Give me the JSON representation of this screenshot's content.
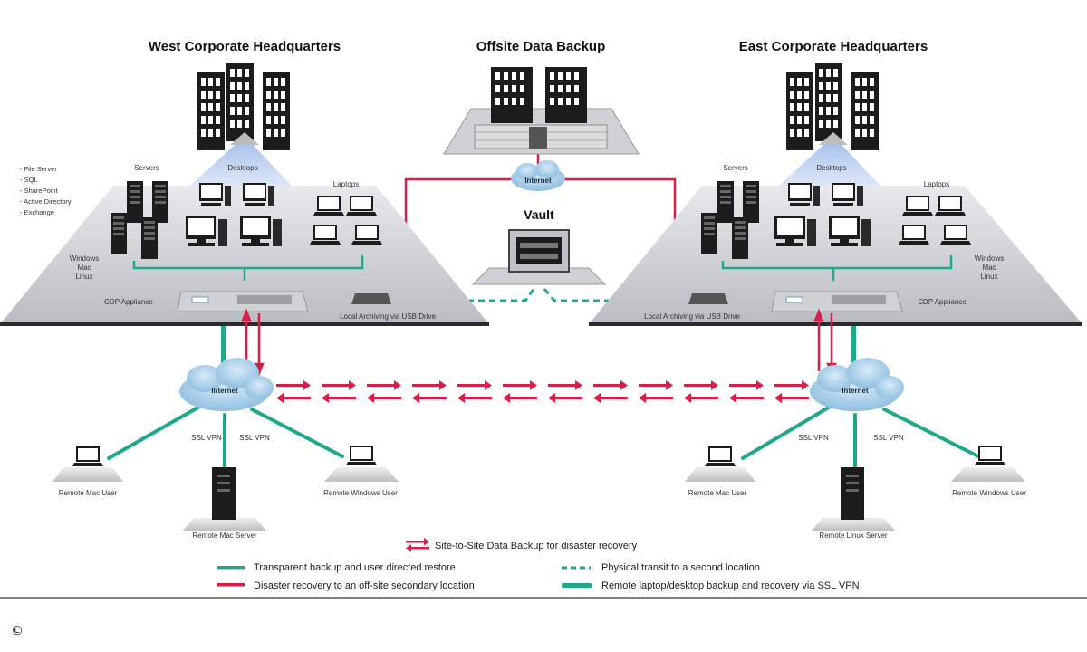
{
  "sites": {
    "west": {
      "title": "West Corporate Headquarters",
      "servers_label": "Servers",
      "desktops_label": "Desktops",
      "laptops_label": "Laptops",
      "os_label_1": "Windows",
      "os_label_2": "Mac",
      "os_label_3": "Linux",
      "cdp_label": "CDP Appliance",
      "archiving_label": "Local Archiving via USB Drive",
      "services": [
        "- File Server",
        "- SQL",
        "- SharePoint",
        "- Active Directory",
        "- Exchange"
      ]
    },
    "east": {
      "title": "East  Corporate Headquarters",
      "servers_label": "Servers",
      "desktops_label": "Desktops",
      "laptops_label": "Laptops",
      "os_label_1": "Windows",
      "os_label_2": "Mac",
      "os_label_3": "Linux",
      "cdp_label": "CDP Appliance",
      "archiving_label": "Local Archiving via USB Drive"
    },
    "offsite": {
      "title": "Offsite Data Backup",
      "internet_label": "Internet",
      "vault_label": "Vault"
    }
  },
  "remote": {
    "west": {
      "internet_label": "Internet",
      "vpn_left": "SSL VPN",
      "vpn_right": "SSL VPN",
      "mac_user": "Remote Mac User",
      "server": "Remote Mac Server",
      "windows_user": "Remote Windows User"
    },
    "east": {
      "internet_label": "Internet",
      "vpn_left": "SSL VPN",
      "vpn_right": "SSL VPN",
      "mac_user": "Remote Mac User",
      "server": "Remote Linux Server",
      "windows_user": "Remote Windows User"
    }
  },
  "legend": {
    "site_to_site": "Site-to-Site Data Backup for disaster recovery",
    "transparent": "Transparent backup and user directed restore",
    "disaster": "Disaster recovery to an off-site secondary location",
    "physical": "Physical transit to a second location",
    "remote": "Remote laptop/desktop backup and recovery via SSL VPN"
  },
  "copyright_symbol": "©",
  "colors": {
    "teal": "#1fa98a",
    "red": "#d61f4a",
    "cloud": "#a9cde6",
    "platform": "#c9ccd2",
    "building": "#1c1c1c"
  }
}
